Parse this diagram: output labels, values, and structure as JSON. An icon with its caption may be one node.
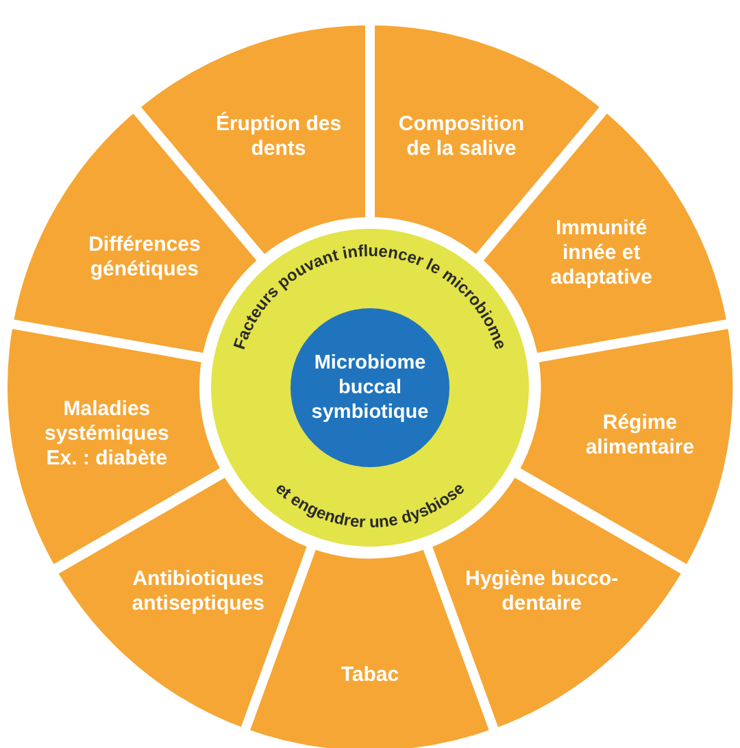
{
  "diagram": {
    "nodes": [
      {
        "text": [
          "Éruption des dents"
        ]
      },
      {
        "text": [
          "Composition de la salive"
        ]
      },
      {
        "text": [
          "Différences génétiques"
        ]
      },
      {
        "text": [
          "Immunité innée et adaptative"
        ]
      },
      {
        "text": [
          "Maladies systémiques Ex. : diabète"
        ]
      },
      {
        "text": [
          "Régime alimentaire"
        ]
      },
      {
        "text": [
          "Antibiotiques antiseptiques"
        ]
      },
      {
        "text": [
          "Hygiène bucco-dentaire"
        ]
      },
      {
        "text": [
          "Tabac"
        ]
      },
      {
        "text": [
          "Facteurs pouvant influencer le microbiome",
          "et engendrer une dysbiose"
        ]
      },
      {
        "text": [
          "Microbiome buccal symbiotique"
        ],
        "in": 9
      }
    ]
  }
}
